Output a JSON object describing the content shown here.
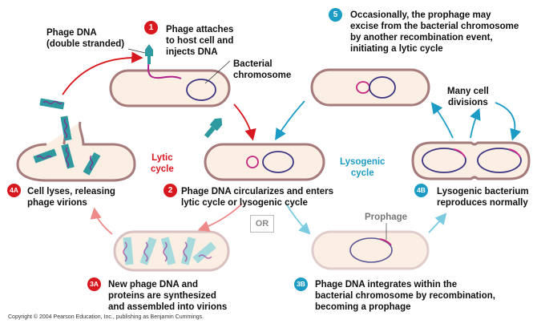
{
  "title": "Lytic and lysogenic cycles of a temperate phage",
  "colors": {
    "lytic_red": "#d7181f",
    "lysogenic_blue": "#1c9cc4",
    "cell_fill": "#fbeee3",
    "cell_outline": "#a57b7b",
    "chromosome": "#3b3582",
    "phage_dna": "#b0208c",
    "phage_body": "#2e9aa0"
  },
  "labels": {
    "phage_dna": [
      "Phage DNA",
      "(double stranded)"
    ],
    "bacterial_chromosome": [
      "Bacterial",
      "chromosome"
    ],
    "many_cell_divisions": [
      "Many cell",
      "divisions"
    ],
    "prophage": "Prophage",
    "or": "OR"
  },
  "cycles": {
    "lytic": [
      "Lytic",
      "cycle"
    ],
    "lysogenic": [
      "Lysogenic",
      "cycle"
    ]
  },
  "steps": [
    {
      "id": "1",
      "color": "red",
      "lines": [
        "Phage attaches",
        "to host cell and",
        "injects DNA"
      ]
    },
    {
      "id": "2",
      "color": "red",
      "lines": [
        "Phage DNA circularizes and enters",
        "lytic cycle or lysogenic cycle"
      ]
    },
    {
      "id": "3A",
      "color": "red",
      "lines": [
        "New phage DNA and",
        "proteins are synthesized",
        "and assembled into virions"
      ]
    },
    {
      "id": "4A",
      "color": "red",
      "lines": [
        "Cell lyses, releasing",
        "phage virions"
      ]
    },
    {
      "id": "3B",
      "color": "blue",
      "lines": [
        "Phage DNA integrates within the",
        "bacterial chromosome by recombination,",
        "becoming a prophage"
      ]
    },
    {
      "id": "4B",
      "color": "blue",
      "lines": [
        "Lysogenic bacterium",
        "reproduces normally"
      ]
    },
    {
      "id": "5",
      "color": "blue",
      "lines": [
        "Occasionally, the prophage may",
        "excise from the bacterial chromosome",
        "by another recombination event,",
        "initiating a lytic cycle"
      ]
    }
  ],
  "copyright": "Copyright © 2004 Pearson Education, Inc., publishing as Benjamin Cummings."
}
